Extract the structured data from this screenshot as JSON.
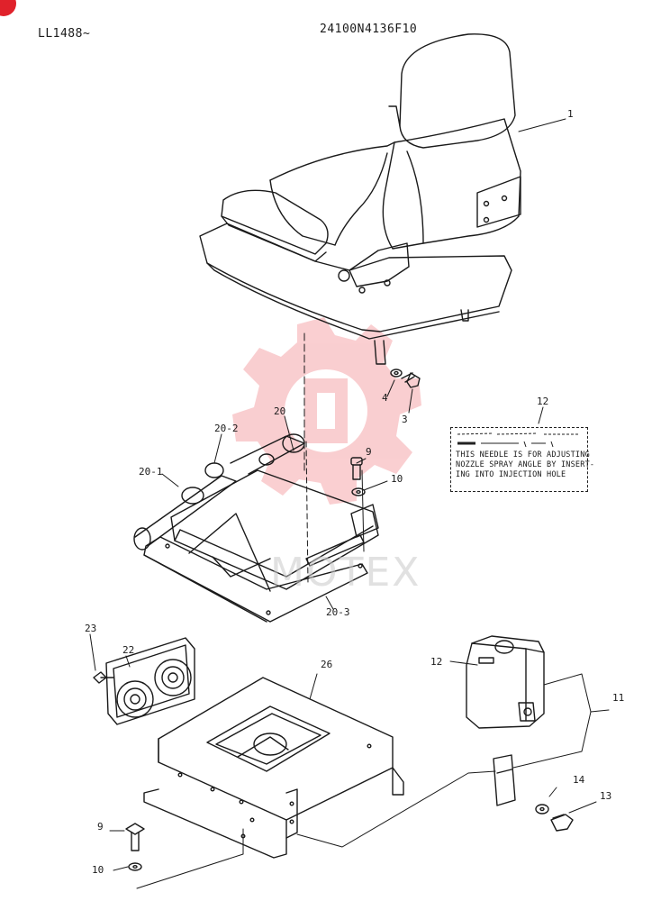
{
  "header": {
    "serial_range": "LL1488~",
    "part_group_code": "24100N4136F10"
  },
  "callouts": {
    "c1": "1",
    "c3": "3",
    "c4": "4",
    "c9_upper": "9",
    "c10_upper": "10",
    "c12_decal": "12",
    "c20": "20",
    "c20_1": "20-1",
    "c20_2": "20-2",
    "c20_3": "20-3",
    "c22": "22",
    "c23": "23",
    "c26": "26",
    "c12_tank": "12",
    "c11": "11",
    "c14": "14",
    "c13": "13",
    "c9_lower": "9",
    "c10_lower": "10"
  },
  "decal": {
    "line1": "THIS NEEDLE IS FOR ADJUSTING",
    "line2": "NOZZLE SPRAY ANGLE BY INSERT-",
    "line3": "ING INTO INJECTION HOLE"
  },
  "watermark": {
    "text": "MOTEX",
    "color": "#e8262d"
  },
  "colors": {
    "ink": "#1a1a1a",
    "watermark_red": "#e8262d"
  }
}
